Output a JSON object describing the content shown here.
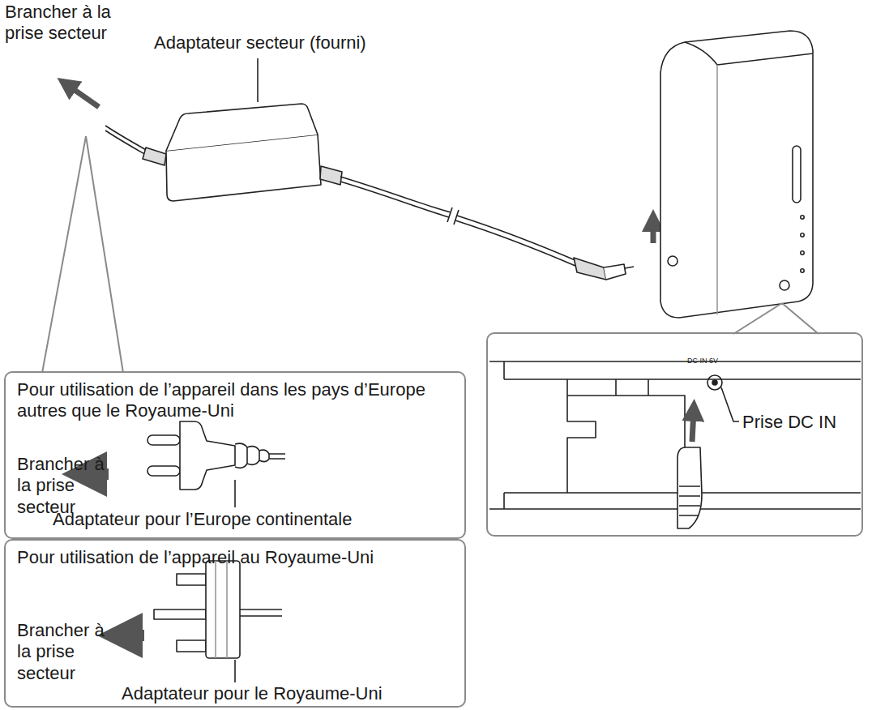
{
  "diagram": {
    "nodes": [
      {
        "text": [
          "Pour utilisation de l’appareil dans les pays d’Europe autres que le Royaume-Uni",
          "Brancher à la prise secteur",
          "Adaptateur pour l’Europe continentale"
        ]
      },
      {
        "text": [
          "Pour utilisation de l’appareil au Royaume-Uni",
          "Brancher à la prise secteur",
          "Adaptateur pour le Royaume-Uni"
        ]
      },
      {
        "text": [
          "DC IN 6V",
          "Prise DC IN"
        ]
      }
    ],
    "labels": [
      "Brancher à la prise secteur",
      "Adaptateur secteur (fourni)"
    ]
  }
}
